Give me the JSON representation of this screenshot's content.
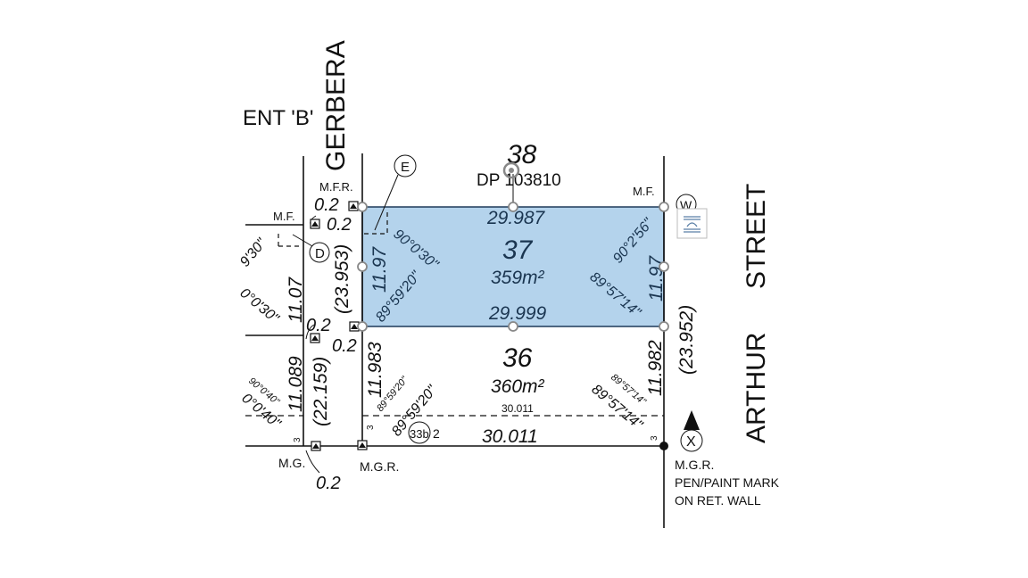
{
  "streets": {
    "left_partial": "ENT 'B'",
    "gerbera": "GERBERA",
    "arthur": "ARTHUR",
    "street": "STREET"
  },
  "lot38": {
    "number": "38",
    "plan": "DP 103810"
  },
  "lot37": {
    "number": "37",
    "area": "359m²",
    "top": "29.987",
    "bottom": "29.999",
    "left": "11.97",
    "right": "11.97",
    "angle_tl": "90°0'30\"",
    "angle_bl": "89°59'20\"",
    "angle_tr": "90°2'56\"",
    "angle_br": "89°57'14\""
  },
  "lot36": {
    "number": "36",
    "area": "360m²",
    "bottom": "30.011",
    "dashed": "30.011",
    "left": "11.983",
    "right": "11.982",
    "angle_l_small": "89°59'20\"",
    "angle_l": "89°59'20\"",
    "angle_r_small": "89°57'14\"",
    "angle_r": "89°57'14\""
  },
  "left_side": {
    "overall_top": "(23.953)",
    "overall_bottom": "(22.159)",
    "seg1": "11.07",
    "seg2": "11.089",
    "angle1": "9'30\"",
    "angle2": "0°0'30\"",
    "angle3_small": "90°0'40\"",
    "angle3": "0°0'40\""
  },
  "right_side": {
    "overall": "(23.952)"
  },
  "marks": {
    "mfr": "M.F.R.",
    "mf_left": "M.F.",
    "mf_right": "M.F.",
    "mg": "M.G.",
    "mgr": "M.G.R.",
    "mgr_right": "M.G.R.",
    "note1": "PEN/PAINT MARK",
    "note2": "ON RET. WALL",
    "offsets": [
      "0.2",
      "0.2",
      "0.2",
      "0.2",
      "0.2"
    ]
  },
  "circles": {
    "e": "E",
    "d": "D",
    "w": "W",
    "x": "X",
    "lot33b": "33b",
    "n2": "2",
    "n3a": "3",
    "n3b": "3",
    "n3c": "3"
  },
  "colors": {
    "selection_fill": "#b4d3ec",
    "selection_stroke": "#1f3a5a"
  }
}
